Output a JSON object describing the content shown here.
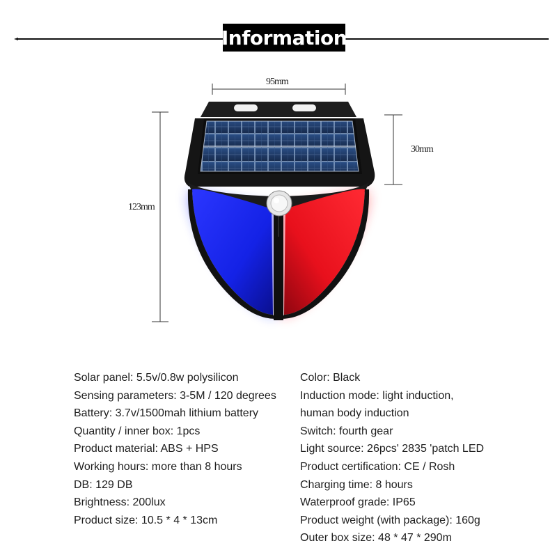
{
  "header": {
    "title": "Information"
  },
  "dimensions": {
    "width": "95mm",
    "panel_height": "30mm",
    "total_height": "123mm"
  },
  "colors": {
    "blue_light": "#1f2cff",
    "red_light": "#ff1424",
    "housing": "#1c1c1c",
    "solar_cell": "#1e3a66"
  },
  "specs": {
    "left": [
      "Solar panel: 5.5v/0.8w polysilicon",
      "Sensing parameters: 3-5M / 120 degrees",
      "Battery: 3.7v/1500mah lithium battery",
      "Quantity / inner box: 1pcs",
      "Product material: ABS + HPS",
      "Working hours: more than 8 hours",
      "DB: 129 DB",
      "Brightness: 200lux",
      "Product size: 10.5 * 4 * 13cm"
    ],
    "right": [
      "Color: Black",
      "Induction mode: light induction,",
      "human body induction",
      "Switch: fourth gear",
      "Light source: 26pcs' 2835 'patch LED",
      "Product certification: CE / Rosh",
      "Charging time: 8 hours",
      "Waterproof grade: IP65",
      "Product weight (with package): 160g",
      "Outer box size: 48 * 47 * 290m"
    ]
  }
}
